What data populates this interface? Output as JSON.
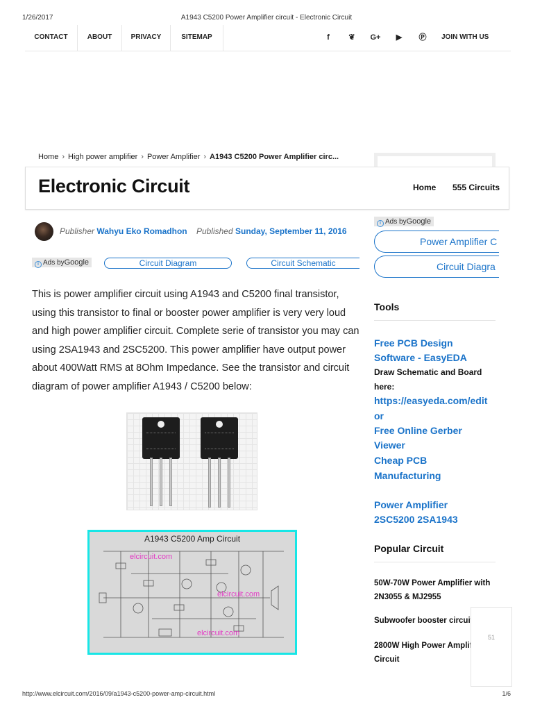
{
  "print": {
    "date": "1/26/2017",
    "title": "A1943 C5200 Power Amplifier circuit - Electronic Circuit",
    "url": "http://www.elcircuit.com/2016/09/a1943-c5200-power-amp-circuit.html",
    "page": "1/6"
  },
  "topnav": {
    "items": [
      "CONTACT",
      "ABOUT",
      "PRIVACY",
      "SITEMAP"
    ],
    "social": [
      "f",
      "❦",
      "G+",
      "▶",
      "Ⓟ"
    ],
    "social_icons": [
      "facebook-icon",
      "twitter-icon",
      "google-plus-icon",
      "youtube-icon",
      "pinterest-icon"
    ],
    "join": "JOIN WITH US"
  },
  "breadcrumb": {
    "items": [
      "Home",
      "High power amplifier",
      "Power Amplifier"
    ],
    "current": "A1943 C5200 Power Amplifier circ...",
    "sep": "›"
  },
  "header": {
    "title": "Electronic Circuit",
    "nav": [
      "Home",
      "555 Circuits"
    ]
  },
  "meta": {
    "publisher_label": "Publisher",
    "publisher": "Wahyu Eko Romadhon",
    "published_label": "Published",
    "published": "Sunday, September 11, 2016"
  },
  "ads": {
    "label": "Ads by",
    "brand": "Google",
    "main_links": [
      "Circuit Diagram",
      "Circuit Schematic"
    ],
    "side_links": [
      "Power Amplifier C",
      "Circuit Diagra"
    ]
  },
  "article": {
    "text": "This is power amplifier circuit using A1943 and C5200 final transistor, using this transistor to final or booster power amplifier is very very loud and high power amplifier circuit. Complete serie of transistor you may can using 2SA1943 and 2SC5200. This power amplifier have output power about 400Watt RMS at 8Ohm Impedance. See the transistor and circuit diagram of power amplifier A1943 / C5200 below:"
  },
  "schematic": {
    "title": "A1943 C5200 Amp Circuit",
    "watermark": "elcircuit.com"
  },
  "sidebar": {
    "tools_title": "Tools",
    "tools": [
      {
        "kind": "link",
        "text": "Free PCB Design"
      },
      {
        "kind": "link",
        "text": "Software - EasyEDA"
      },
      {
        "kind": "text",
        "text": "Draw Schematic and Board"
      },
      {
        "kind": "text",
        "text": "here:"
      },
      {
        "kind": "link",
        "text": "https://easyeda.com/edit"
      },
      {
        "kind": "link",
        "text": "or"
      },
      {
        "kind": "link",
        "text": "Free Online Gerber"
      },
      {
        "kind": "link",
        "text": "Viewer"
      },
      {
        "kind": "link",
        "text": "Cheap PCB"
      },
      {
        "kind": "link",
        "text": "Manufacturing"
      }
    ],
    "promo": [
      "Power Amplifier",
      "2SC5200 2SA1943"
    ],
    "popular_title": "Popular Circuit",
    "popular": [
      [
        "50W-70W Power Amplifier with",
        "2N3055 & MJ2955"
      ],
      [
        "Subwoofer booster circuit"
      ],
      [
        "2800W High Power Amplifier",
        "Circuit"
      ]
    ]
  },
  "float_count": "51",
  "colors": {
    "link": "#1a73c9",
    "schematic_border": "#17e6e6",
    "watermark": "#e23bc4"
  }
}
